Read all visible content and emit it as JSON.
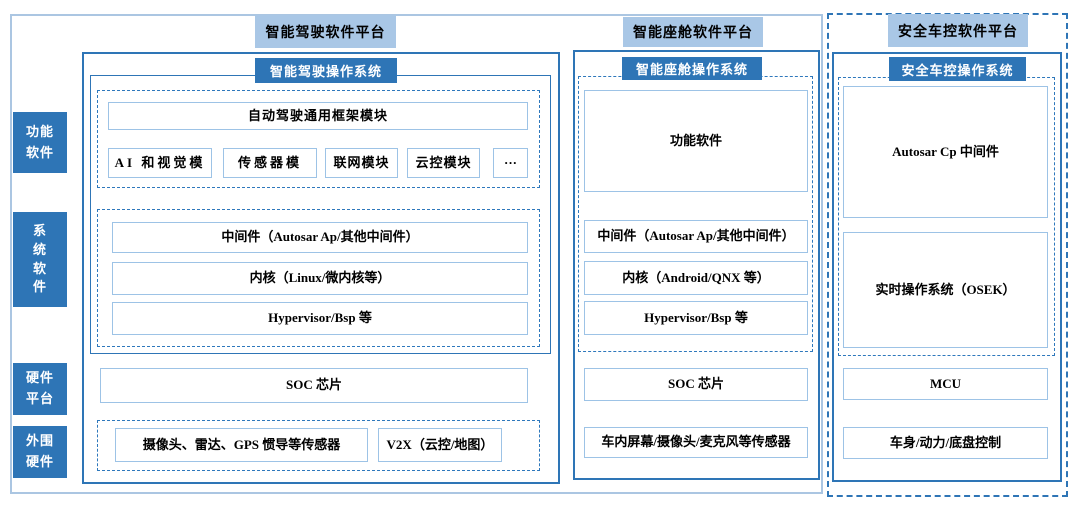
{
  "sidebar": {
    "items": [
      {
        "lines": [
          "功能",
          "软件"
        ]
      },
      {
        "lines": [
          "系",
          "统",
          "软",
          "件"
        ]
      },
      {
        "lines": [
          "硬件",
          "平台"
        ]
      },
      {
        "lines": [
          "外围",
          "硬件"
        ]
      }
    ]
  },
  "driving": {
    "platform_title": "智能驾驶软件平台",
    "os_title": "智能驾驶操作系统",
    "framework": "自动驾驶通用框架模块",
    "modules": [
      "AI 和视觉模",
      "传感器模",
      "联网模块",
      "云控模块",
      "···"
    ],
    "middleware": "中间件（Autosar Ap/其他中间件）",
    "kernel": "内核（Linux/微内核等）",
    "hypervisor": "Hypervisor/Bsp 等",
    "soc": "SOC 芯片",
    "sensors": "摄像头、雷达、GPS 惯导等传感器",
    "v2x": "V2X（云控/地图）"
  },
  "cockpit": {
    "platform_title": "智能座舱软件平台",
    "os_title": "智能座舱操作系统",
    "functional_software": "功能软件",
    "middleware": "中间件（Autosar Ap/其他中间件）",
    "kernel": "内核（Android/QNX 等）",
    "hypervisor": "Hypervisor/Bsp 等",
    "soc": "SOC 芯片",
    "sensors": "车内屏幕/摄像头/麦克风等传感器"
  },
  "control": {
    "platform_title": "安全车控软件平台",
    "os_title": "安全车控操作系统",
    "middleware": "Autosar Cp 中间件",
    "rtos": "实时操作系统（OSEK）",
    "mcu": "MCU",
    "vehicle_control": "车身/动力/底盘控制"
  },
  "colors": {
    "dark_blue": "#2E75B6",
    "header_blue": "#A9C7E6",
    "light_box_border": "#9DC3E6",
    "outer_frame_border": "#ABC6E2"
  }
}
